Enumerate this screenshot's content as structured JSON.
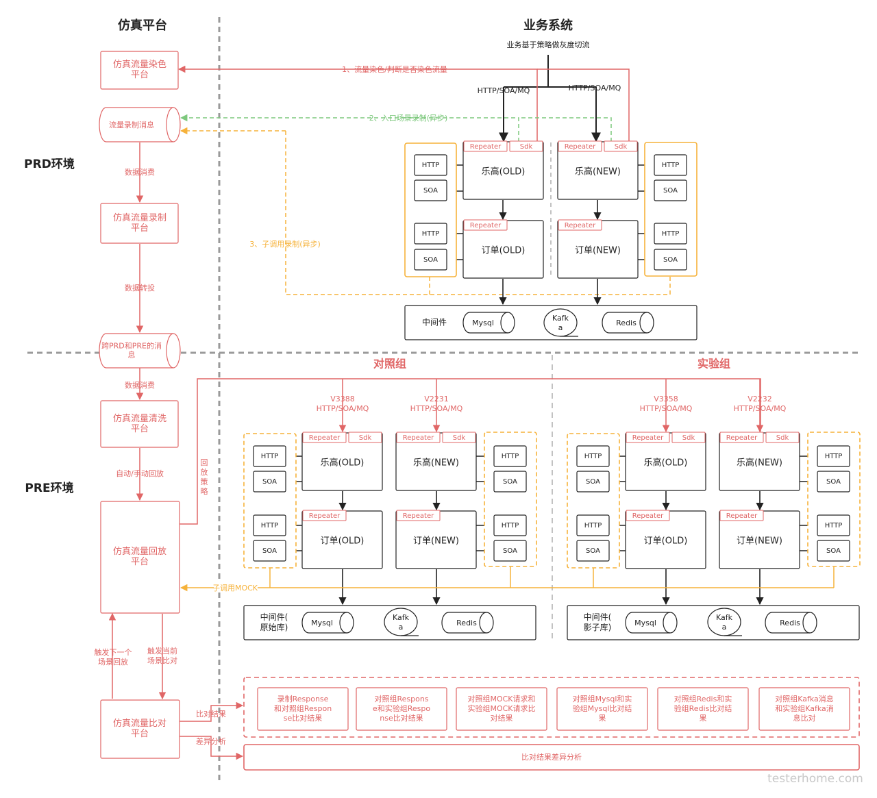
{
  "left_column": {
    "title": "仿真平台",
    "dye_platform": "仿真流量染色平台",
    "record_msg": "流量录制消息",
    "consume_1": "数据消费",
    "record_platform": "仿真流量录制平台",
    "forward": "数据转投",
    "cross_msg": "跨PRD和PRE的消息",
    "consume_2": "数据消费",
    "clean_platform": "仿真流量清洗平台",
    "auto_replay": "自动/手动回放",
    "replay_platform": "仿真流量回放平台",
    "replay_strategy": "回放策略",
    "trigger_next": "触发下一个场景回放",
    "trigger_compare": "触发当前场景比对",
    "compare_platform": "仿真流量比对平台",
    "compare_result": "比对结果",
    "diff_analysis": "差异分析"
  },
  "environments": {
    "prd": "PRD环境",
    "pre": "PRE环境"
  },
  "business": {
    "title": "业务系统",
    "subtitle": "业务基于策略做灰度切流",
    "protocol_left": "HTTP/SOA/MQ",
    "protocol_right": "HTTP/SOA/MQ",
    "flow_1": "1、流量染色/判断是否染色流量",
    "flow_2": "2、入口场景录制(异步)",
    "flow_3": "3、子调用录制(异步)",
    "lego_old": "乐高(OLD)",
    "lego_new": "乐高(NEW)",
    "order_old": "订单(OLD)",
    "order_new": "订单(NEW)",
    "repeater": "Repeater",
    "sdk": "Sdk",
    "http": "HTTP",
    "soa": "SOA",
    "middleware": "中间件",
    "mysql": "Mysql",
    "kafka": "Kafka",
    "redis": "Redis"
  },
  "pre": {
    "control_group": "对照组",
    "experiment_group": "实验组",
    "control_versions": [
      {
        "version": "V3388",
        "protocol": "HTTP/SOA/MQ"
      },
      {
        "version": "V2231",
        "protocol": "HTTP/SOA/MQ"
      }
    ],
    "experiment_versions": [
      {
        "version": "V3358",
        "protocol": "HTTP/SOA/MQ"
      },
      {
        "version": "V2232",
        "protocol": "HTTP/SOA/MQ"
      }
    ],
    "sub_call_mock": "子调用MOCK",
    "middleware_original": "中间件(原始库)",
    "middleware_shadow": "中间件(影子库)",
    "results": [
      "录制Response和对照组Response比对结果",
      "对照组Response和实验组Response比对结果",
      "对照组MOCK请求和实验组MOCK请求比对结果",
      "对照组Mysql和实验组Mysql比对结果",
      "对照组Redis和实验组Redis比对结果",
      "对照组Kafka消息和实验组Kafka消息比对"
    ],
    "diff_box": "比对结果差异分析"
  },
  "watermark": "testerhome.com",
  "colors": {
    "red": "#e06666",
    "orange": "#f6b23a",
    "green": "#7dc87d",
    "black": "#222222",
    "divider": "#9a9a9a"
  }
}
